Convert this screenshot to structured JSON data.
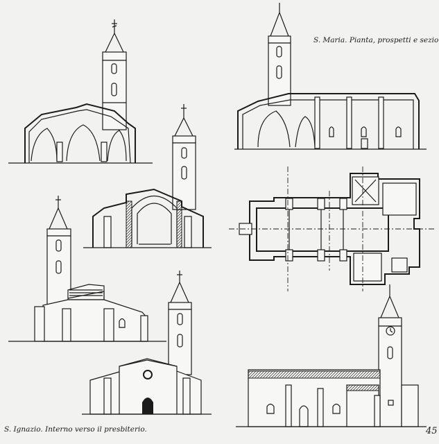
{
  "captions": {
    "top": "S. Maria. Pianta, prospetti e sezioni.",
    "bottom": "S. Ignazio. Interno verso il presbiterio."
  },
  "page_number": "45"
}
